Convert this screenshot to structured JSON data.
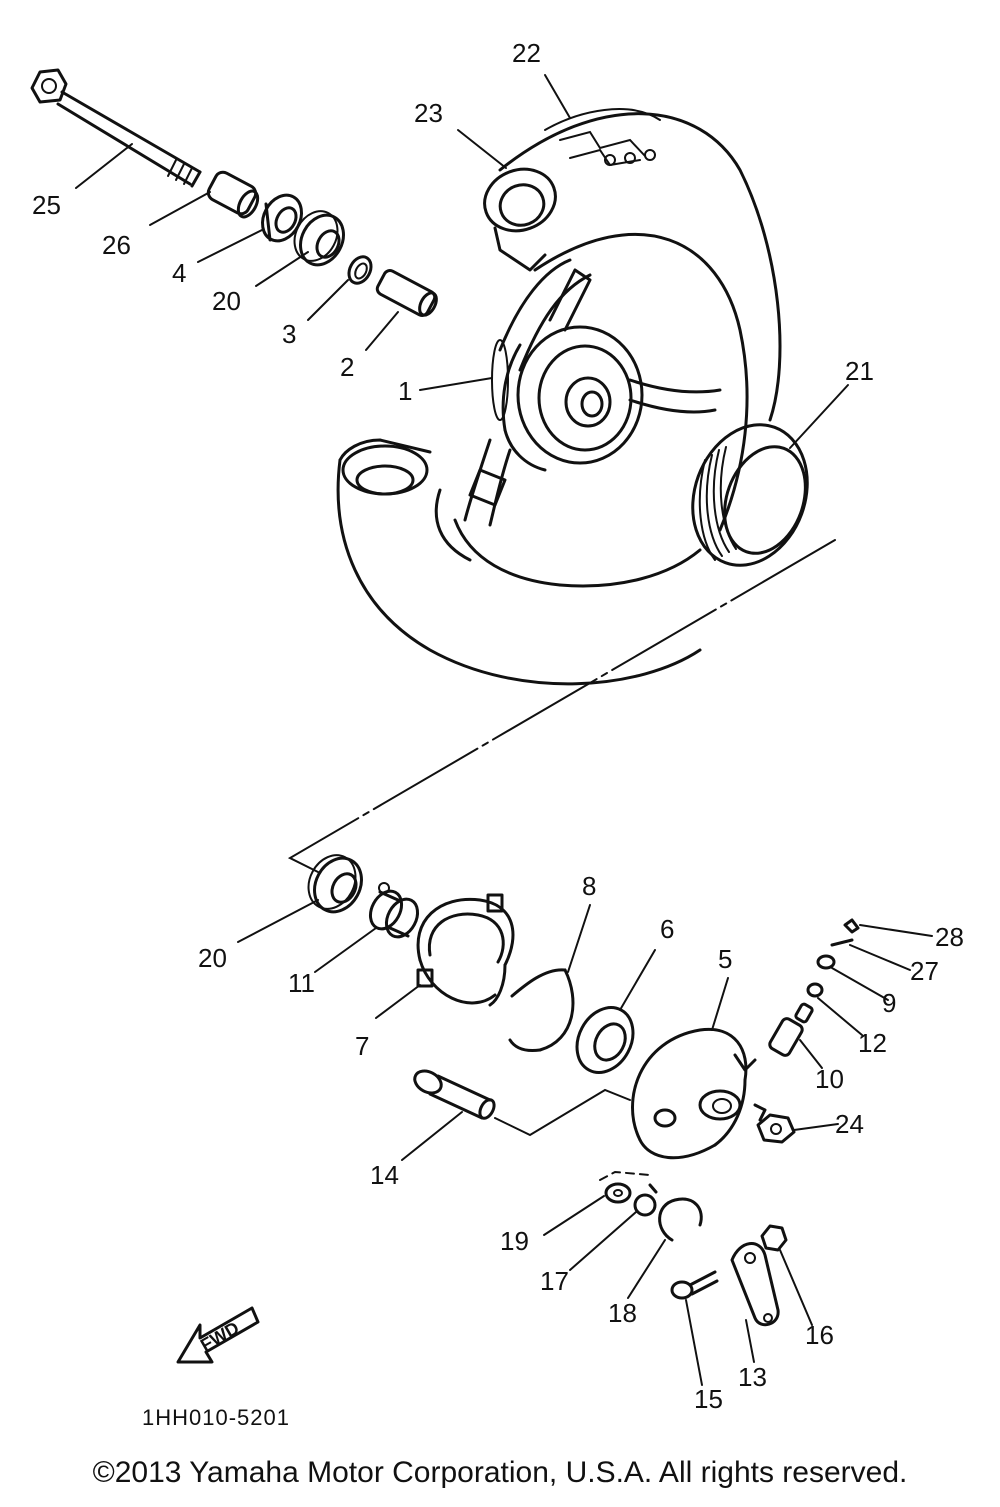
{
  "diagram_code": "1HH010-5201",
  "fwd_label": "FWD",
  "copyright": "©2013 Yamaha Motor Corporation, U.S.A. All rights reserved.",
  "parts": [
    {
      "id": "p1",
      "label": "1"
    },
    {
      "id": "p2",
      "label": "2"
    },
    {
      "id": "p3",
      "label": "3"
    },
    {
      "id": "p4",
      "label": "4"
    },
    {
      "id": "p5",
      "label": "5"
    },
    {
      "id": "p6",
      "label": "6"
    },
    {
      "id": "p7",
      "label": "7"
    },
    {
      "id": "p8",
      "label": "8"
    },
    {
      "id": "p9",
      "label": "9"
    },
    {
      "id": "p10",
      "label": "10"
    },
    {
      "id": "p11",
      "label": "11"
    },
    {
      "id": "p12",
      "label": "12"
    },
    {
      "id": "p13",
      "label": "13"
    },
    {
      "id": "p14",
      "label": "14"
    },
    {
      "id": "p15",
      "label": "15"
    },
    {
      "id": "p16",
      "label": "16"
    },
    {
      "id": "p17",
      "label": "17"
    },
    {
      "id": "p18",
      "label": "18"
    },
    {
      "id": "p19",
      "label": "19"
    },
    {
      "id": "p20a",
      "label": "20"
    },
    {
      "id": "p20b",
      "label": "20"
    },
    {
      "id": "p21",
      "label": "21"
    },
    {
      "id": "p22",
      "label": "22"
    },
    {
      "id": "p23",
      "label": "23"
    },
    {
      "id": "p24",
      "label": "24"
    },
    {
      "id": "p25",
      "label": "25"
    },
    {
      "id": "p26",
      "label": "26"
    },
    {
      "id": "p27",
      "label": "27"
    },
    {
      "id": "p28",
      "label": "28"
    }
  ]
}
